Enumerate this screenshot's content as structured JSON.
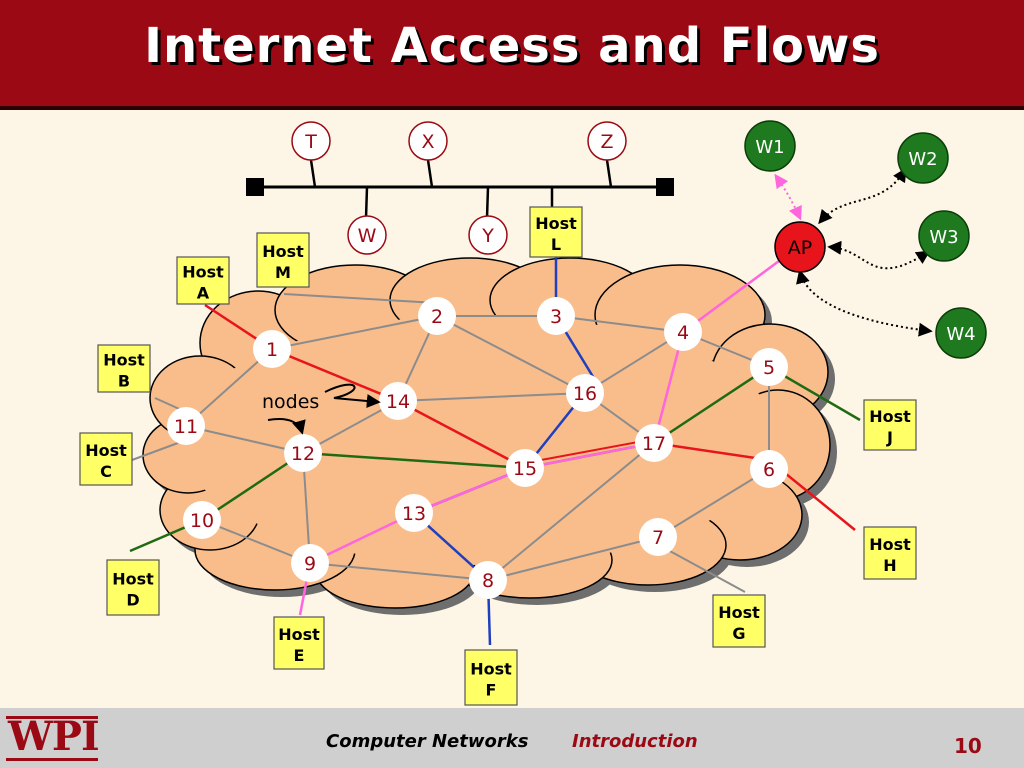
{
  "slide": {
    "title": "Internet Access and Flows"
  },
  "footer": {
    "course": "Computer Networks",
    "chapter": "Introduction",
    "logo": "WPI",
    "page": "10"
  },
  "bus_stations": [
    "T",
    "X",
    "Z",
    "W",
    "Y"
  ],
  "wireless": {
    "ap": "AP",
    "stations": [
      "W1",
      "W2",
      "W3",
      "W4"
    ]
  },
  "nodes": [
    "1",
    "2",
    "3",
    "4",
    "5",
    "6",
    "7",
    "8",
    "9",
    "10",
    "11",
    "12",
    "13",
    "14",
    "15",
    "16",
    "17"
  ],
  "hosts": [
    {
      "id": "A",
      "line1": "Host",
      "line2": "A"
    },
    {
      "id": "B",
      "line1": "Host",
      "line2": "B"
    },
    {
      "id": "C",
      "line1": "Host",
      "line2": "C"
    },
    {
      "id": "D",
      "line1": "Host",
      "line2": "D"
    },
    {
      "id": "E",
      "line1": "Host",
      "line2": "E"
    },
    {
      "id": "F",
      "line1": "Host",
      "line2": "F"
    },
    {
      "id": "G",
      "line1": "Host",
      "line2": "G"
    },
    {
      "id": "H",
      "line1": "Host",
      "line2": "H"
    },
    {
      "id": "J",
      "line1": "Host",
      "line2": "J"
    },
    {
      "id": "L",
      "line1": "Host",
      "line2": "L"
    },
    {
      "id": "M",
      "line1": "Host",
      "line2": "M"
    }
  ],
  "annotation": "nodes",
  "colors": {
    "title_bg": "#9b0a14",
    "cloud": "#f9bd8c",
    "host_box": "#ffff66",
    "node_text": "#9b0a14",
    "ap": "#e8141c",
    "wireless_station": "#1f7a1f",
    "flow_red": "#e8141c",
    "flow_blue": "#1e3fbf",
    "flow_green": "#1f6b12",
    "flow_pink": "#ff66dd",
    "link_gray": "#8c8c8c"
  }
}
